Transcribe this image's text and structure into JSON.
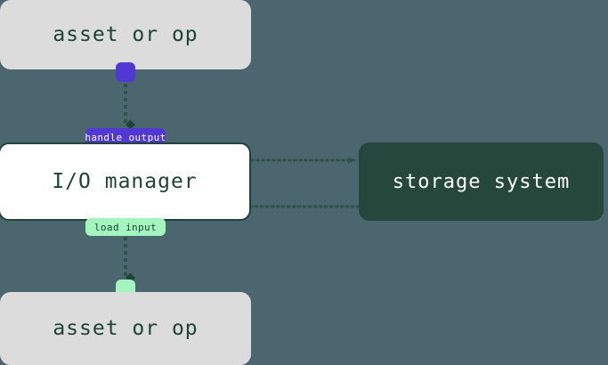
{
  "diagram": {
    "title": "io-manager-dataflow",
    "background_color": "#4c6670",
    "nodes": {
      "asset_top": {
        "label": "asset or op",
        "fill": "#dcdcdc",
        "text_color": "#1d4437"
      },
      "io_manager": {
        "label": "I/O manager",
        "fill": "#ffffff",
        "border_color": "#1d4437",
        "text_color": "#1d4437"
      },
      "storage_system": {
        "label": "storage system",
        "fill": "#25473c",
        "text_color": "#ffffff"
      },
      "asset_bottom": {
        "label": "asset or op",
        "fill": "#dcdcdc",
        "text_color": "#1d4437"
      }
    },
    "ports": {
      "output_port": {
        "name": "output-port",
        "fill": "#5138d4"
      },
      "input_port": {
        "name": "input-port",
        "fill": "#a3f5bd"
      }
    },
    "edge_labels": {
      "handle_output": {
        "text": "handle output",
        "fill": "#5138d4",
        "text_color": "#ffffff"
      },
      "load_input": {
        "text": "load input",
        "fill": "#a3f5bd",
        "text_color": "#1d4437"
      }
    },
    "edges": [
      {
        "name": "asset-top-to-io-manager",
        "from": "asset_top",
        "to": "io_manager",
        "label": "handle output",
        "style": "dotted",
        "arrowhead": "diamond",
        "color": "#2c5446"
      },
      {
        "name": "io-manager-to-storage",
        "from": "io_manager",
        "to": "storage_system",
        "style": "dotted",
        "arrowhead": "triangle",
        "color": "#2c5446"
      },
      {
        "name": "storage-to-io-manager",
        "from": "storage_system",
        "to": "io_manager",
        "style": "dotted",
        "arrowhead": "triangle",
        "color": "#2c5446"
      },
      {
        "name": "io-manager-to-asset-bottom",
        "from": "io_manager",
        "to": "asset_bottom",
        "label": "load input",
        "style": "dotted",
        "arrowhead": "diamond",
        "color": "#2c5446"
      }
    ]
  }
}
